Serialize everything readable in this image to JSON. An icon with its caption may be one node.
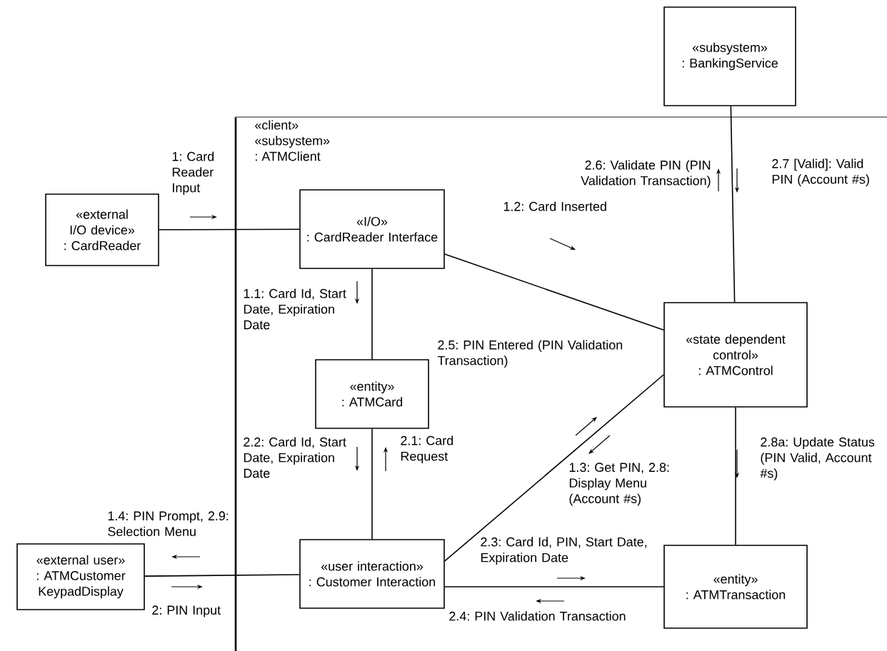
{
  "diagram": {
    "nodes": [
      {
        "text": [
          "«subsystem»",
          ": BankingService"
        ]
      },
      {
        "text": [
          "«client»",
          "«subsystem»",
          ": ATMClient"
        ]
      },
      {
        "text": [
          "«external I/O device»",
          ": CardReader"
        ]
      },
      {
        "text": [
          "«I/O»",
          ": CardReader Interface"
        ],
        "in": 1
      },
      {
        "text": [
          "«state dependent control»",
          ": ATMControl"
        ],
        "in": 1
      },
      {
        "text": [
          "«entity»",
          ": ATMCard"
        ],
        "in": 1
      },
      {
        "text": [
          "«external user»",
          ": ATMCustomer KeypadDisplay"
        ]
      },
      {
        "text": [
          "«user interaction»",
          ": Customer Interaction"
        ],
        "in": 1
      },
      {
        "text": [
          "«entity»",
          ": ATMTransaction"
        ],
        "in": 1
      }
    ],
    "edges": [
      {
        "from": 2,
        "to": 3,
        "arrow": "none",
        "label": "1: Card Reader Input"
      },
      {
        "from": 3,
        "to": 4,
        "arrow": "none",
        "label": "1.2: Card Inserted"
      },
      {
        "from": 3,
        "to": 5,
        "arrow": "none",
        "label": "1.1: Card Id, Start Date, Expiration Date"
      },
      {
        "from": 0,
        "to": 4,
        "arrow": "none",
        "label": "2.6: Validate PIN (PIN Validation Transaction)"
      },
      {
        "from": 5,
        "to": 7,
        "arrow": "none",
        "label": "2.2: Card Id, Start Date, Expiration Date"
      },
      {
        "from": 7,
        "to": 4,
        "arrow": "none",
        "label": "2.5: PIN Entered (PIN Validation Transaction)"
      },
      {
        "from": 4,
        "to": 8,
        "arrow": "none",
        "label": "2.8a: Update Status (PIN Valid, Account #s)"
      },
      {
        "from": 7,
        "to": 8,
        "arrow": "none",
        "label": "2.4: PIN Validation Transaction"
      },
      {
        "from": 6,
        "to": 7,
        "arrow": "none",
        "label": "1.4: PIN Prompt, 2.9: Selection Menu"
      }
    ],
    "labels": [
      "2.7 [Valid]: Valid PIN (Account #s)",
      "2.1: Card Request",
      "1.3: Get PIN, 2.8: Display Menu (Account #s)",
      "2.3: Card Id, PIN, Start Date, Expiration Date",
      "2: PIN Input"
    ]
  }
}
